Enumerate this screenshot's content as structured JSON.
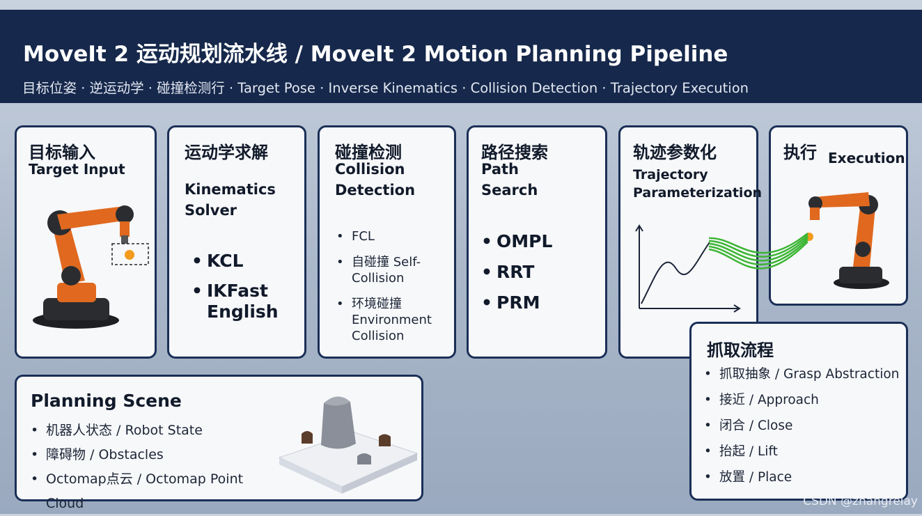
{
  "header": {
    "title": "MoveIt 2 运动规划流水线 / MoveIt 2 Motion Planning Pipeline",
    "subtitle": "目标位姿 · 逆运动学 · 碰撞检测行 · Target Pose · Inverse Kinematics · Collision Detection · Trajectory Execution"
  },
  "stages": [
    {
      "title_zh": "目标输入",
      "title_en": "Target Input",
      "icon": "robot-arm-icon"
    },
    {
      "title_zh": "运动学求解",
      "title_en": "Kinematics Solver",
      "items": [
        "KCL",
        "IKFast English"
      ]
    },
    {
      "title_zh": "碰撞检测",
      "title_en": "Collision Detection",
      "items": [
        "FCL",
        "自碰撞 Self-Collision",
        "环境碰撞 Environment Collision"
      ]
    },
    {
      "title_zh": "路径搜索",
      "title_en": "Path Search",
      "items": [
        "OMPL",
        "RRT",
        "PRM"
      ]
    },
    {
      "title_zh": "轨迹参数化",
      "title_en": "Trajectory Parameterization",
      "icon": "trajectory-curve-icon"
    },
    {
      "title_zh": "执行",
      "title_en": "Execution",
      "icon": "robot-arm-icon"
    }
  ],
  "planning_scene": {
    "title": "Planning Scene",
    "items": [
      "机器人状态 / Robot State",
      "障碍物 / Obstacles",
      "Octomap点云 / Octomap Point Cloud"
    ],
    "icon": "point-cloud-scene-icon"
  },
  "grasp": {
    "title": "抓取流程",
    "items": [
      "抓取抽象 / Grasp Abstraction",
      "接近 / Approach",
      "闭合 / Close",
      "抬起 / Lift",
      "放置 / Place"
    ]
  },
  "watermark": "CSDN @zhangrelay",
  "colors": {
    "header_bg": "#16284b",
    "card_border": "#1a2f57",
    "robot_orange": "#e0691f",
    "trajectory_green": "#3cb534"
  }
}
